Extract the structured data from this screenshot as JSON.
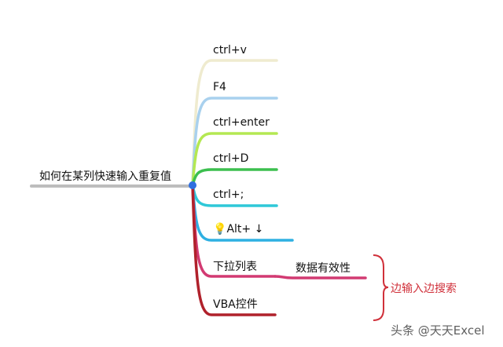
{
  "root": {
    "label": "如何在某列快速输入重复值",
    "color": "#bdbdbd"
  },
  "branches": [
    {
      "label": "ctrl+v",
      "color": "#efebcf"
    },
    {
      "label": "F4",
      "color": "#a9d1ee"
    },
    {
      "label": "ctrl+enter",
      "color": "#b4e852"
    },
    {
      "label": "ctrl+D",
      "color": "#3cbf4f"
    },
    {
      "label": "ctrl+;",
      "color": "#2fc8d8"
    },
    {
      "label": "Alt+ ↓",
      "color": "#2fb0e2",
      "icon": "lightbulb-icon"
    },
    {
      "label": "下拉列表",
      "color": "#d23a72",
      "child": "数据有效性"
    },
    {
      "label": "VBA控件",
      "color": "#b0212b"
    }
  ],
  "summary": {
    "label": "边输入边搜索",
    "color": "#d0303a"
  },
  "watermark": "头条 @天天Excel"
}
